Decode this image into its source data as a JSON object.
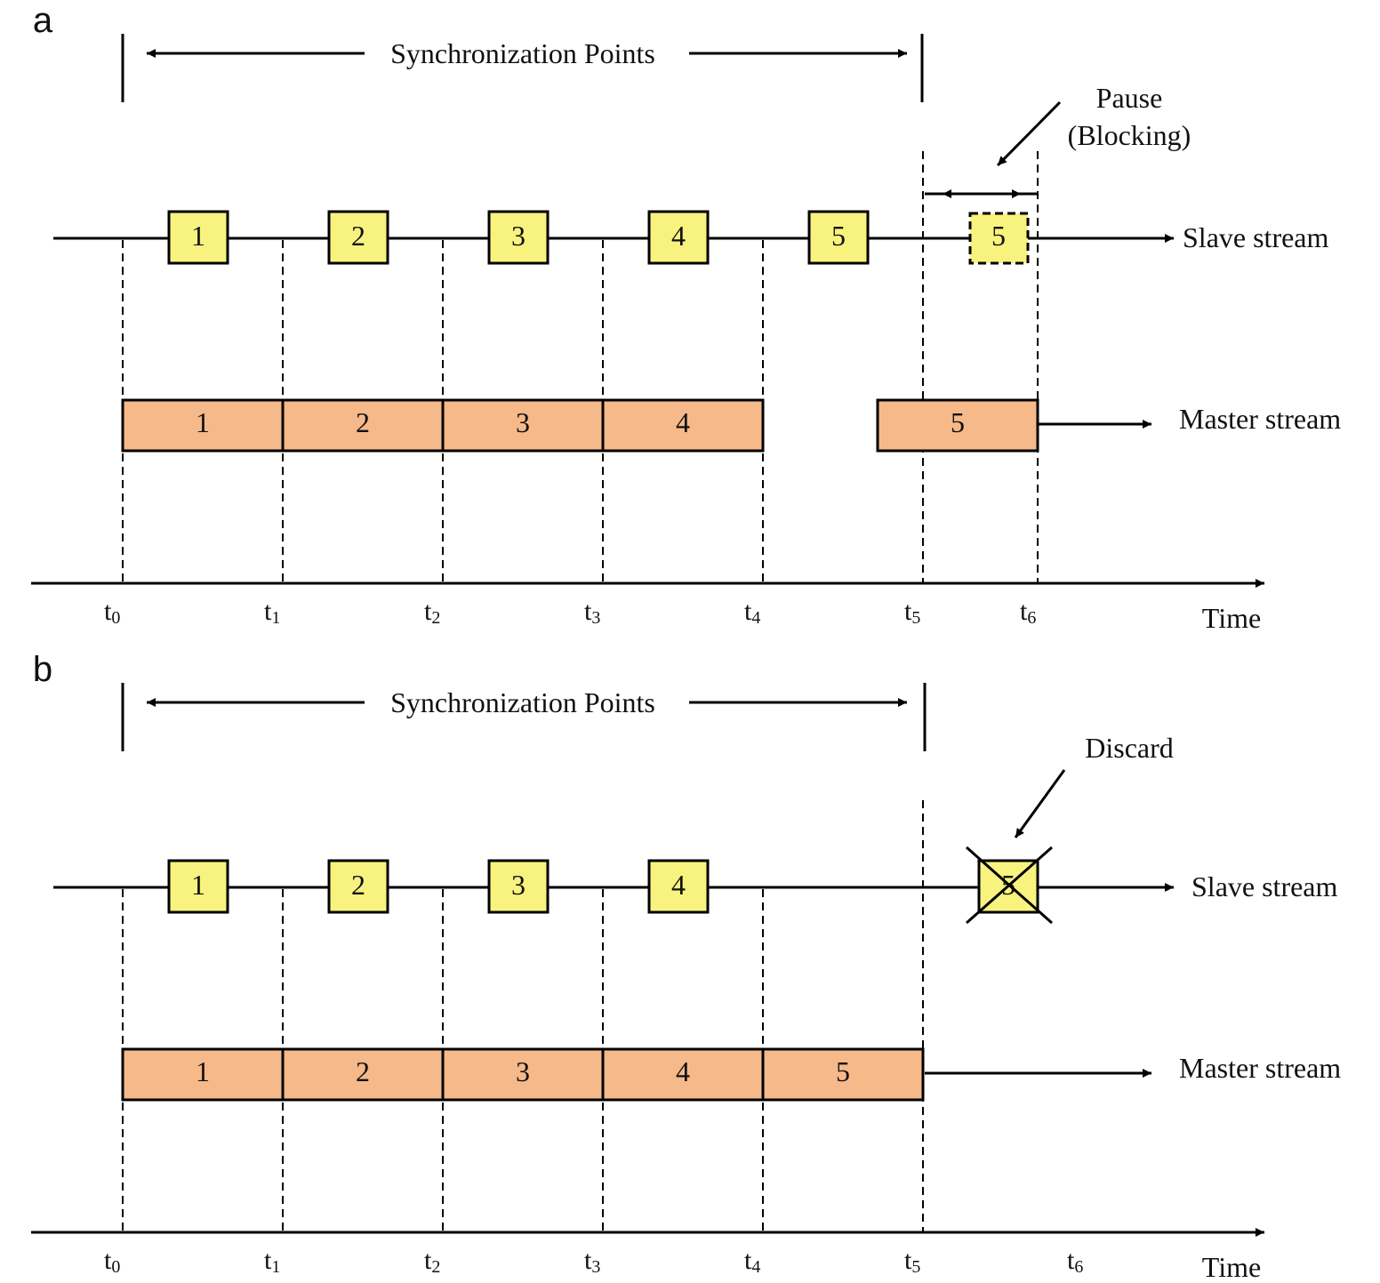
{
  "colors": {
    "slave_box": "#f8f37f",
    "master_box": "#f6b98a",
    "line": "#000000"
  },
  "panels": [
    {
      "letter": "a",
      "sync_label": "Synchronization Points",
      "annotation": [
        "Pause",
        "(Blocking)"
      ],
      "slave_label": "Slave stream",
      "master_label": "Master stream",
      "axis_label": "Time",
      "slave_boxes": [
        "1",
        "2",
        "3",
        "4",
        "5"
      ],
      "slave_extra_box": {
        "label": "5",
        "style": "dashed"
      },
      "master_boxes": [
        "1",
        "2",
        "3",
        "4",
        "5"
      ],
      "time_ticks": [
        "0",
        "1",
        "2",
        "3",
        "4",
        "5",
        "6"
      ]
    },
    {
      "letter": "b",
      "sync_label": "Synchronization Points",
      "annotation": [
        "Discard"
      ],
      "slave_label": "Slave stream",
      "master_label": "Master stream",
      "axis_label": "Time",
      "slave_boxes": [
        "1",
        "2",
        "3",
        "4"
      ],
      "slave_extra_box": {
        "label": "5",
        "style": "crossed-out"
      },
      "master_boxes": [
        "1",
        "2",
        "3",
        "4",
        "5"
      ],
      "time_ticks": [
        "0",
        "1",
        "2",
        "3",
        "4",
        "5",
        "6"
      ]
    }
  ]
}
